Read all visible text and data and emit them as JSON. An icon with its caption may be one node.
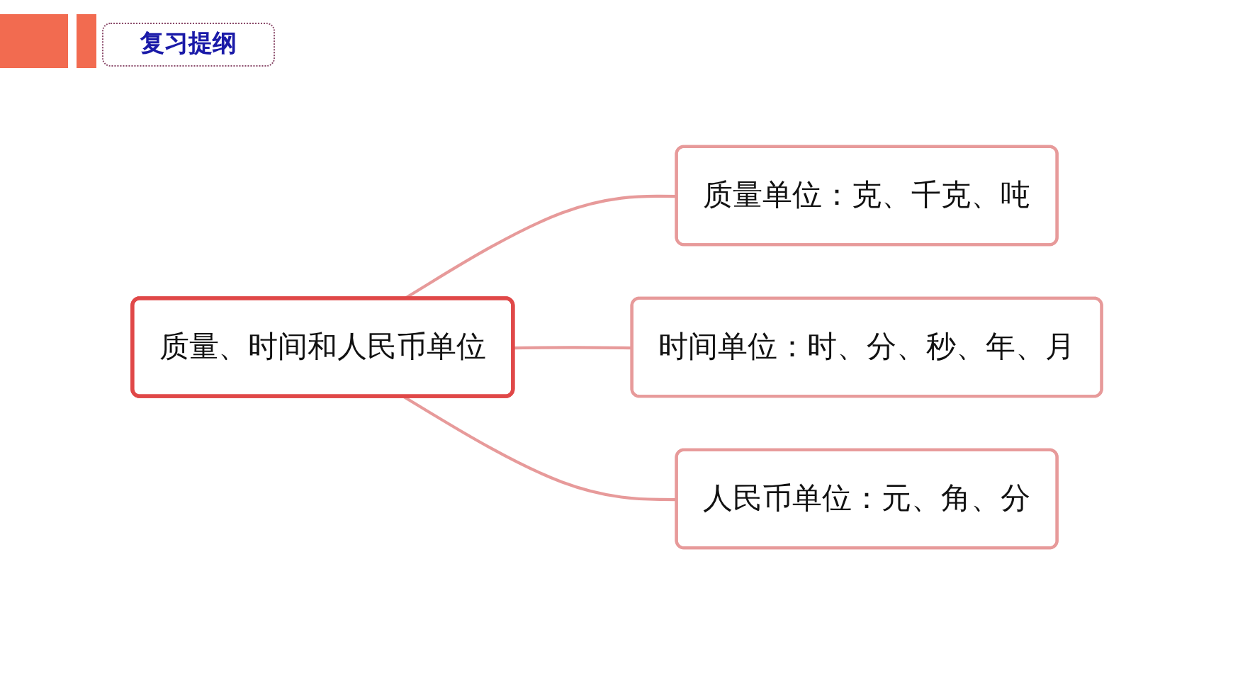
{
  "diagram": {
    "title": "复习提纲",
    "nodes": [
      {
        "text": [
          "质量、时间和人民币单位"
        ]
      },
      {
        "text": [
          "质量单位：克、千克、吨"
        ]
      },
      {
        "text": [
          "时间单位：时、分、秒、年、月"
        ]
      },
      {
        "text": [
          "人民币单位：元、角、分"
        ]
      }
    ],
    "edges": [
      {
        "from": 0,
        "to": 1,
        "arrow": "none"
      },
      {
        "from": 0,
        "to": 2,
        "arrow": "none"
      },
      {
        "from": 0,
        "to": 3,
        "arrow": "none"
      }
    ]
  }
}
